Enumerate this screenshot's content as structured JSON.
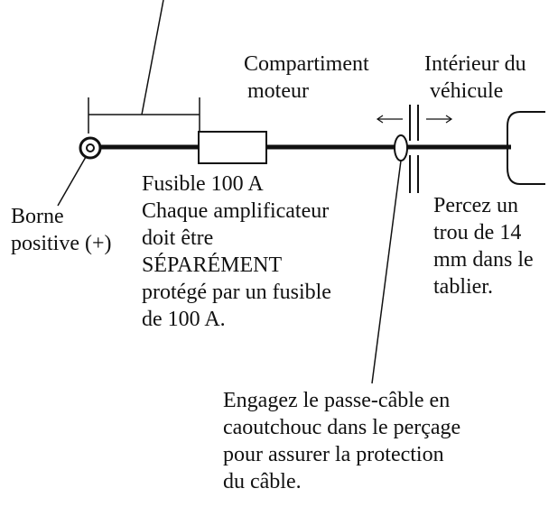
{
  "labels": {
    "engine_compartment": [
      "Compartiment",
      "moteur"
    ],
    "vehicle_interior": [
      "Intérieur du",
      "véhicule"
    ],
    "battery_terminal": [
      "Borne",
      "positive (+)"
    ],
    "fuse_note": [
      "Fusible 100 A",
      "Chaque amplificateur",
      "doit être",
      "SÉPARÉMENT",
      "protégé par un fusible",
      "de 100 A."
    ],
    "drill_note": [
      "Percez un",
      "trou de 14",
      "mm dans le",
      "tablier."
    ],
    "grommet_note": [
      "Engagez le passe-câble en",
      "caoutchouc dans le perçage",
      "pour assurer la protection",
      "du câble."
    ]
  },
  "colors": {
    "ink": "#111111",
    "background": "#ffffff"
  }
}
